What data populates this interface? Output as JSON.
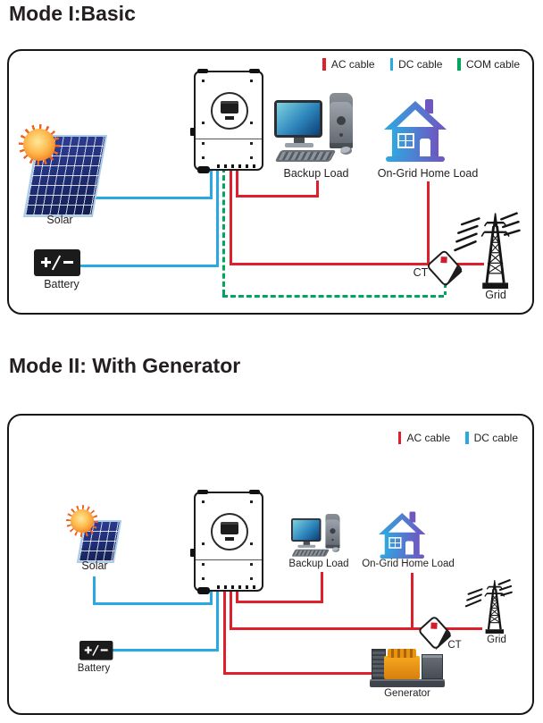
{
  "colors": {
    "ac_cable": "#e01f2d",
    "dc_cable": "#29a9e1",
    "com_cable": "#00a65e"
  },
  "icons": [
    "sun-icon",
    "solar-panel-icon",
    "battery-icon",
    "inverter-icon",
    "computer-icon",
    "house-icon",
    "grid-tower-icon",
    "ct-sensor-icon",
    "generator-icon"
  ],
  "mode1": {
    "title": "Mode I:Basic",
    "legend": [
      {
        "label": "AC cable",
        "color": "#e01f2d"
      },
      {
        "label": "DC cable",
        "color": "#29a9e1"
      },
      {
        "label": "COM cable",
        "color": "#00a65e"
      }
    ],
    "components": {
      "solar": "Solar",
      "battery": "Battery",
      "backup_load": "Backup Load",
      "ongrid_load": "On-Grid Home Load",
      "ct": "CT",
      "grid": "Grid"
    }
  },
  "mode2": {
    "title": "Mode II: With Generator",
    "legend": [
      {
        "label": "AC cable",
        "color": "#e01f2d"
      },
      {
        "label": "DC cable",
        "color": "#29a9e1"
      }
    ],
    "components": {
      "solar": "Solar",
      "battery": "Battery",
      "backup_load": "Backup Load",
      "ongrid_load": "On-Grid Home Load",
      "ct": "CT",
      "grid": "Grid",
      "generator": "Generator"
    }
  }
}
